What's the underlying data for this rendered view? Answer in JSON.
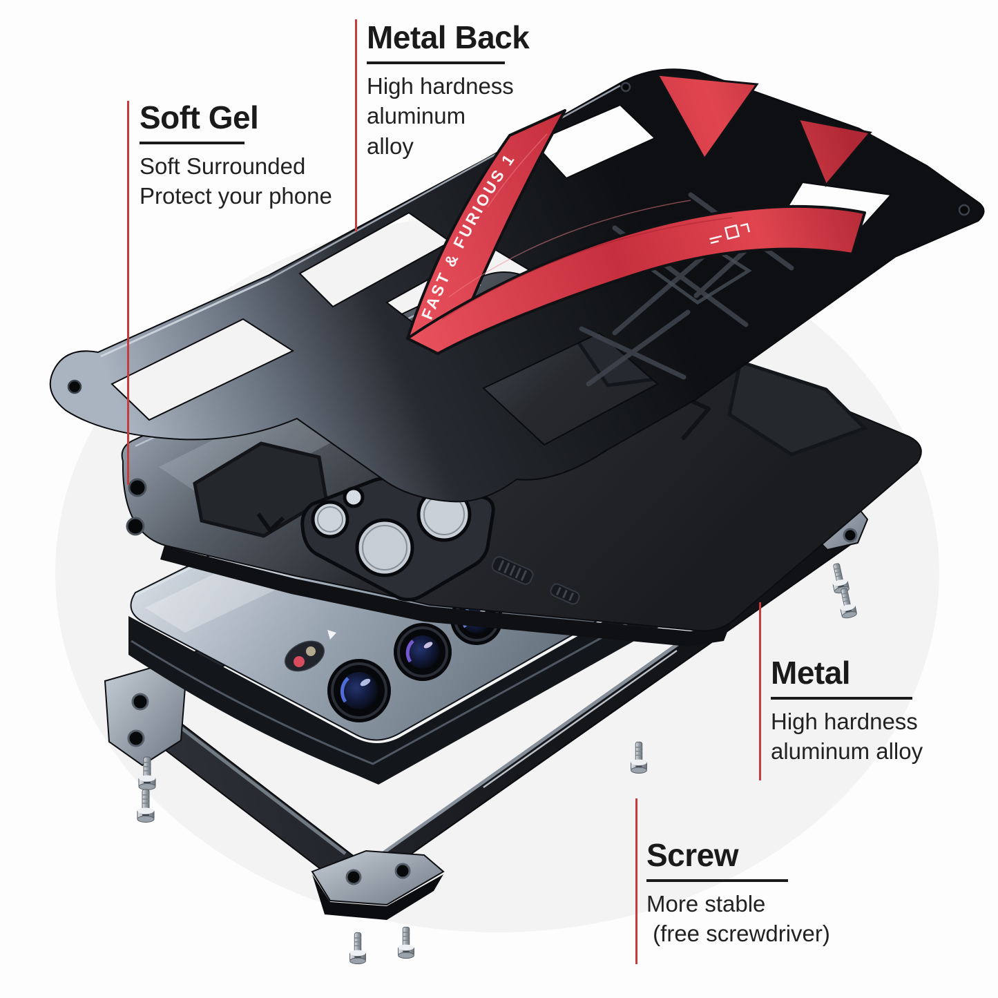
{
  "background": "#fdfdfd",
  "annotations": {
    "metal_back": {
      "title": "Metal Back",
      "desc": [
        "High hardness",
        "aluminum",
        "alloy"
      ]
    },
    "soft_gel": {
      "title": "Soft Gel",
      "desc": [
        "Soft Surrounded",
        "Protect your phone"
      ]
    },
    "metal": {
      "title": "Metal",
      "desc": [
        "High hardness",
        "aluminum alloy"
      ]
    },
    "screw": {
      "title": "Screw",
      "desc": [
        "More stable",
        " (free screwdriver)"
      ]
    }
  },
  "engraving": {
    "band_text": "FAST & FURIOUS 1"
  },
  "colors": {
    "callout_line": "#c43c3c",
    "accent_red": "#cf3642",
    "heading_text": "#1a1a1a",
    "body_text": "#222222"
  }
}
